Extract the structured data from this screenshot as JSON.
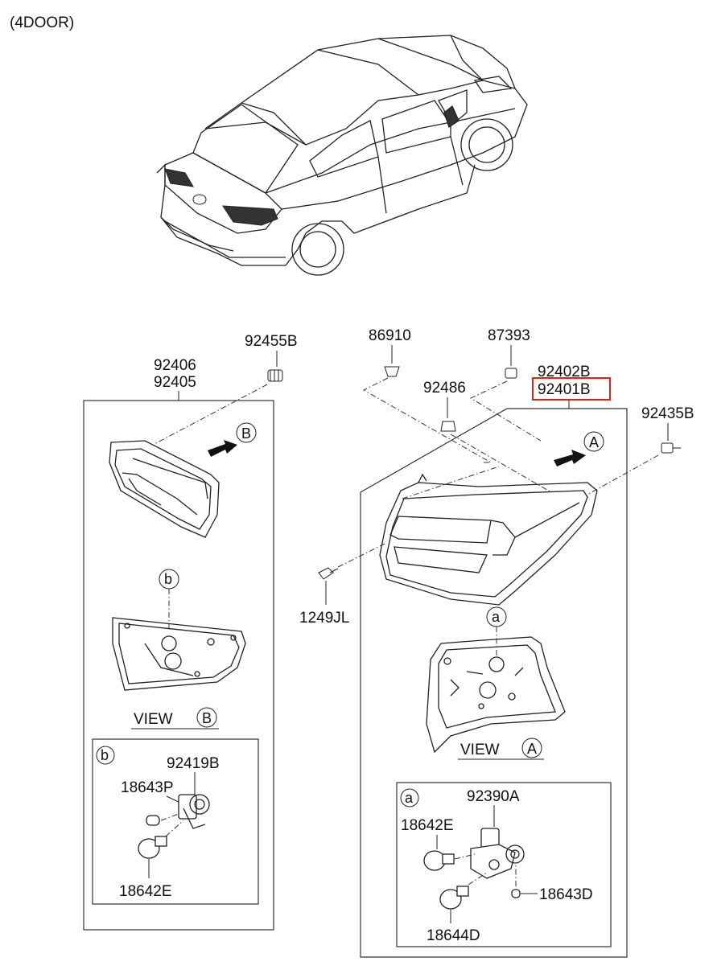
{
  "variant_label": "(4DOOR)",
  "parts": {
    "p92406": "92406",
    "p92405": "92405",
    "p92455B": "92455B",
    "p86910": "86910",
    "p87393": "87393",
    "p92486": "92486",
    "p92402B": "92402B",
    "p92401B": "92401B",
    "p92435B": "92435B",
    "p1249JL": "1249JL",
    "p92419B": "92419B",
    "p18643P": "18643P",
    "p18642E_b": "18642E",
    "p92390A": "92390A",
    "p18642E_a": "18642E",
    "p18643D": "18643D",
    "p18644D": "18644D"
  },
  "view_labels": {
    "view_word": "VIEW",
    "view_b_letter": "B",
    "view_a_letter": "A"
  },
  "callouts": {
    "A": "A",
    "B": "B",
    "a": "a",
    "b": "b"
  },
  "highlight_color": "#dd2222"
}
